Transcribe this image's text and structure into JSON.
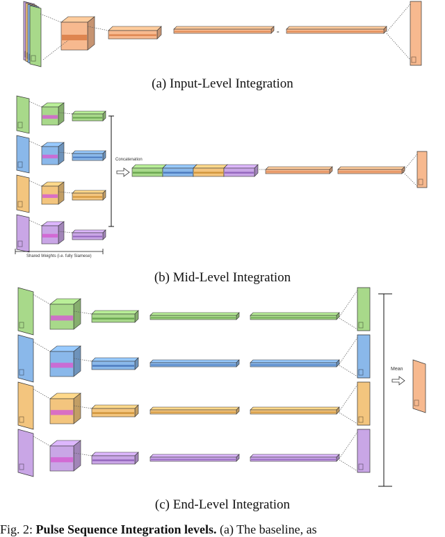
{
  "colors": {
    "green": "#a8d98a",
    "green_dark": "#5f9b45",
    "blue": "#8ab8ea",
    "blue_dark": "#3f6fb6",
    "orange": "#f3c57e",
    "orange_dark": "#c98b2e",
    "purple": "#c9a6e6",
    "purple_dark": "#8a5bb5",
    "salmon": "#f7b98f",
    "salmon_dark": "#d97b45",
    "magenta": "#d45fd0"
  },
  "captions": {
    "a": "(a) Input-Level Integration",
    "b": "(b) Mid-Level Integration",
    "c": "(c) End-Level Integration"
  },
  "labels": {
    "concatenation": "Concatenation",
    "shared_weights": "Shared Weights (i.e. fully Siamese)",
    "mean": "Mean"
  },
  "figure_caption": {
    "prefix": "Fig. 2: ",
    "title": "Pulse Sequence Integration levels.",
    "text": " (a) The baseline, as"
  }
}
